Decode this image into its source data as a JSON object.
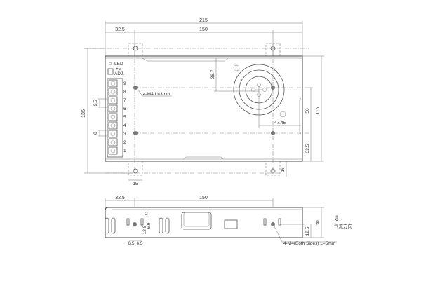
{
  "top_view": {
    "dims": {
      "overall_width": "215",
      "left_offset": "32.5",
      "hole_spacing": "150",
      "overall_height": "135",
      "inner_height": "115",
      "fan_offset_v": "36.7",
      "hole_spacing_v": "50",
      "bottom_offset": "32.5",
      "fan_offset_h": "47.45",
      "tab_width": "15",
      "tab_height": "16",
      "terminal_pitch": "9.5",
      "terminal_width": "8"
    },
    "labels": {
      "led": "LED",
      "vadj_top": "+V",
      "vadj_bottom": "ADJ.",
      "screw_note": "4-M4 L=3mm"
    },
    "terminals": [
      "9",
      "8",
      "7",
      "6",
      "5",
      "4",
      "3",
      "2",
      "1"
    ]
  },
  "side_view": {
    "dims": {
      "left_offset": "32.5",
      "hole_spacing": "150",
      "height": "30",
      "hole_height": "12.5",
      "slot_gap": "2",
      "slot_h1": "6.9",
      "slot_h2": "12.8",
      "slot_spacing": "6.5",
      "slot_spacing2": "6.5"
    },
    "labels": {
      "screw_note": "4-M4(Both Sides) L=5mm",
      "airflow": "气流方向",
      "airflow_arrow": "⇩"
    }
  }
}
